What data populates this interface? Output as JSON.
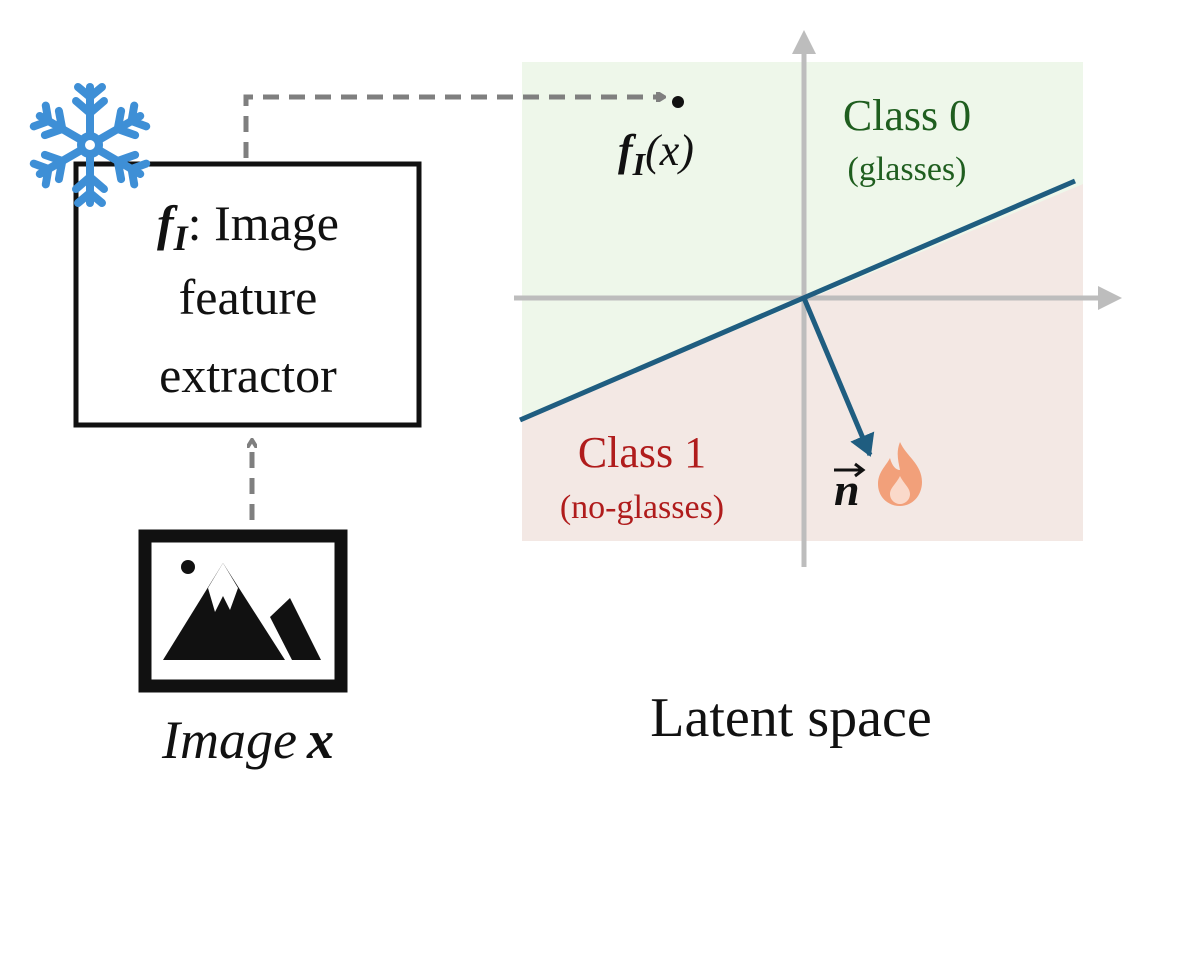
{
  "extractor": {
    "symbol_main": "f",
    "symbol_sub": "I",
    "line1_rest": ": Image",
    "line2": "feature",
    "line3": "extractor"
  },
  "image_input": {
    "label_word": "Image",
    "label_var": "x"
  },
  "feature_point": {
    "f": "f",
    "sub": "I",
    "arg": "(x)"
  },
  "class0": {
    "title": "Class 0",
    "subtitle": "(glasses)"
  },
  "class1": {
    "title": "Class 1",
    "subtitle": "(no-glasses)"
  },
  "normal_vector": {
    "symbol": "n"
  },
  "latent_space": {
    "caption": "Latent space"
  },
  "colors": {
    "class0_region": "#eef7ea",
    "class1_region": "#f3e8e4",
    "class0_text": "#1f5e1f",
    "class1_text": "#b01c1c",
    "boundary": "#1f5d80",
    "axes": "#bdbdbd",
    "arrows_dashed": "#7f7f7f",
    "snowflake": "#3e8fd6",
    "flame": "#f2a07a"
  },
  "icons": {
    "frozen": "snowflake-icon",
    "trainable": "flame-icon",
    "image": "image-icon"
  }
}
